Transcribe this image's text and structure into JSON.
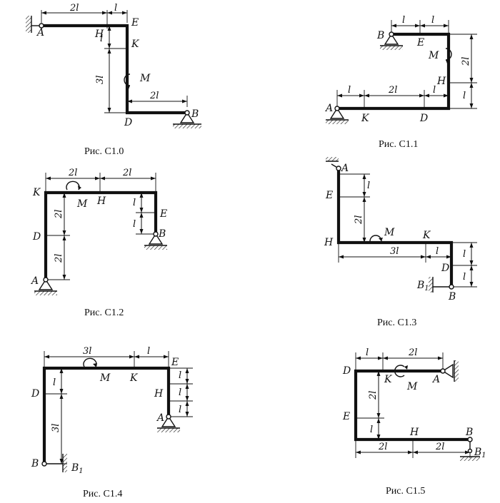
{
  "figures": [
    {
      "caption": "Рис. С1.0",
      "labels": {
        "A": "A",
        "H": "H",
        "E": "E",
        "K": "K",
        "M": "M",
        "D": "D",
        "B": "B"
      },
      "dims": {
        "top_2l": "2l",
        "top_l": "l",
        "v_l": "l",
        "v_3l": "3l",
        "bot_2l": "2l"
      }
    },
    {
      "caption": "Рис. С1.1",
      "labels": {
        "B": "B",
        "E": "E",
        "M": "M",
        "H": "H",
        "A": "A",
        "K": "K",
        "D": "D"
      },
      "dims": {
        "top_l1": "l",
        "top_l2": "l",
        "r_2l": "2l",
        "r_l": "l",
        "bot_l1": "l",
        "bot_2l": "2l",
        "bot_l2": "l"
      }
    },
    {
      "caption": "Рис. С1.2",
      "labels": {
        "K": "K",
        "M": "M",
        "H": "H",
        "E": "E",
        "B": "B",
        "D": "D",
        "A": "A"
      },
      "dims": {
        "top_2l1": "2l",
        "top_2l2": "2l",
        "left_2l1": "2l",
        "left_2l2": "2l",
        "right_l1": "l",
        "right_l2": "l"
      }
    },
    {
      "caption": "Рис. С1.3",
      "labels": {
        "A": "A",
        "E": "E",
        "H": "H",
        "M": "M",
        "K": "K",
        "D": "D",
        "B1": "B",
        "B1sub": "1",
        "B": "B"
      },
      "dims": {
        "v_l": "l",
        "v_2l": "2l",
        "h_3l": "3l",
        "h_l": "l",
        "r_l1": "l",
        "r_l2": "l"
      }
    },
    {
      "caption": "Рис. С1.4",
      "labels": {
        "E": "E",
        "M": "M",
        "K": "K",
        "D": "D",
        "H": "H",
        "A": "A",
        "B": "B",
        "B1": "B",
        "B1sub": "1"
      },
      "dims": {
        "top_3l": "3l",
        "top_l": "l",
        "left_l": "l",
        "left_3l": "3l",
        "right_l1": "l",
        "right_l2": "l",
        "right_l3": "l"
      }
    },
    {
      "caption": "Рис. С1.5",
      "labels": {
        "D": "D",
        "K": "K",
        "M": "M",
        "A": "A",
        "E": "E",
        "H": "H",
        "B": "B",
        "B1": "B",
        "B1sub": "1"
      },
      "dims": {
        "top_l": "l",
        "top_2l": "2l",
        "left_2l": "2l",
        "left_l": "l",
        "bot_2l1": "2l",
        "bot_2l2": "2l"
      }
    }
  ]
}
